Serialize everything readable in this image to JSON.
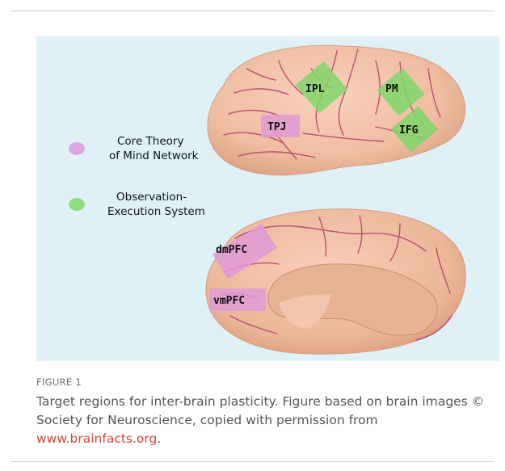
{
  "figure": {
    "legend": {
      "items": [
        {
          "lines": [
            "Core Theory",
            "of Mind Network"
          ],
          "color": "#dda6e0"
        },
        {
          "lines": [
            "Observation-",
            "Execution System"
          ],
          "color": "#8fdc83"
        }
      ]
    },
    "regions": {
      "lateral": [
        {
          "label": "IPL",
          "network": "observation-execution"
        },
        {
          "label": "PM",
          "network": "observation-execution"
        },
        {
          "label": "TPJ",
          "network": "core-theory-of-mind"
        },
        {
          "label": "IFG",
          "network": "observation-execution"
        }
      ],
      "medial": [
        {
          "label": "dmPFC",
          "network": "core-theory-of-mind"
        },
        {
          "label": "vmPFC",
          "network": "core-theory-of-mind"
        }
      ]
    },
    "colors": {
      "background": "#dff1f7",
      "brain": "#f3c3a8",
      "sulcus": "#b23a68",
      "green_region": "#7fd66a",
      "pink_region": "#e09ad6"
    }
  },
  "caption": {
    "label": "FIGURE 1",
    "text_before_link": "Target regions for inter-brain plasticity. Figure based on brain images © Society for Neuroscience, copied with permission from ",
    "link_text": "www.brainfacts.org",
    "text_after_link": "."
  }
}
